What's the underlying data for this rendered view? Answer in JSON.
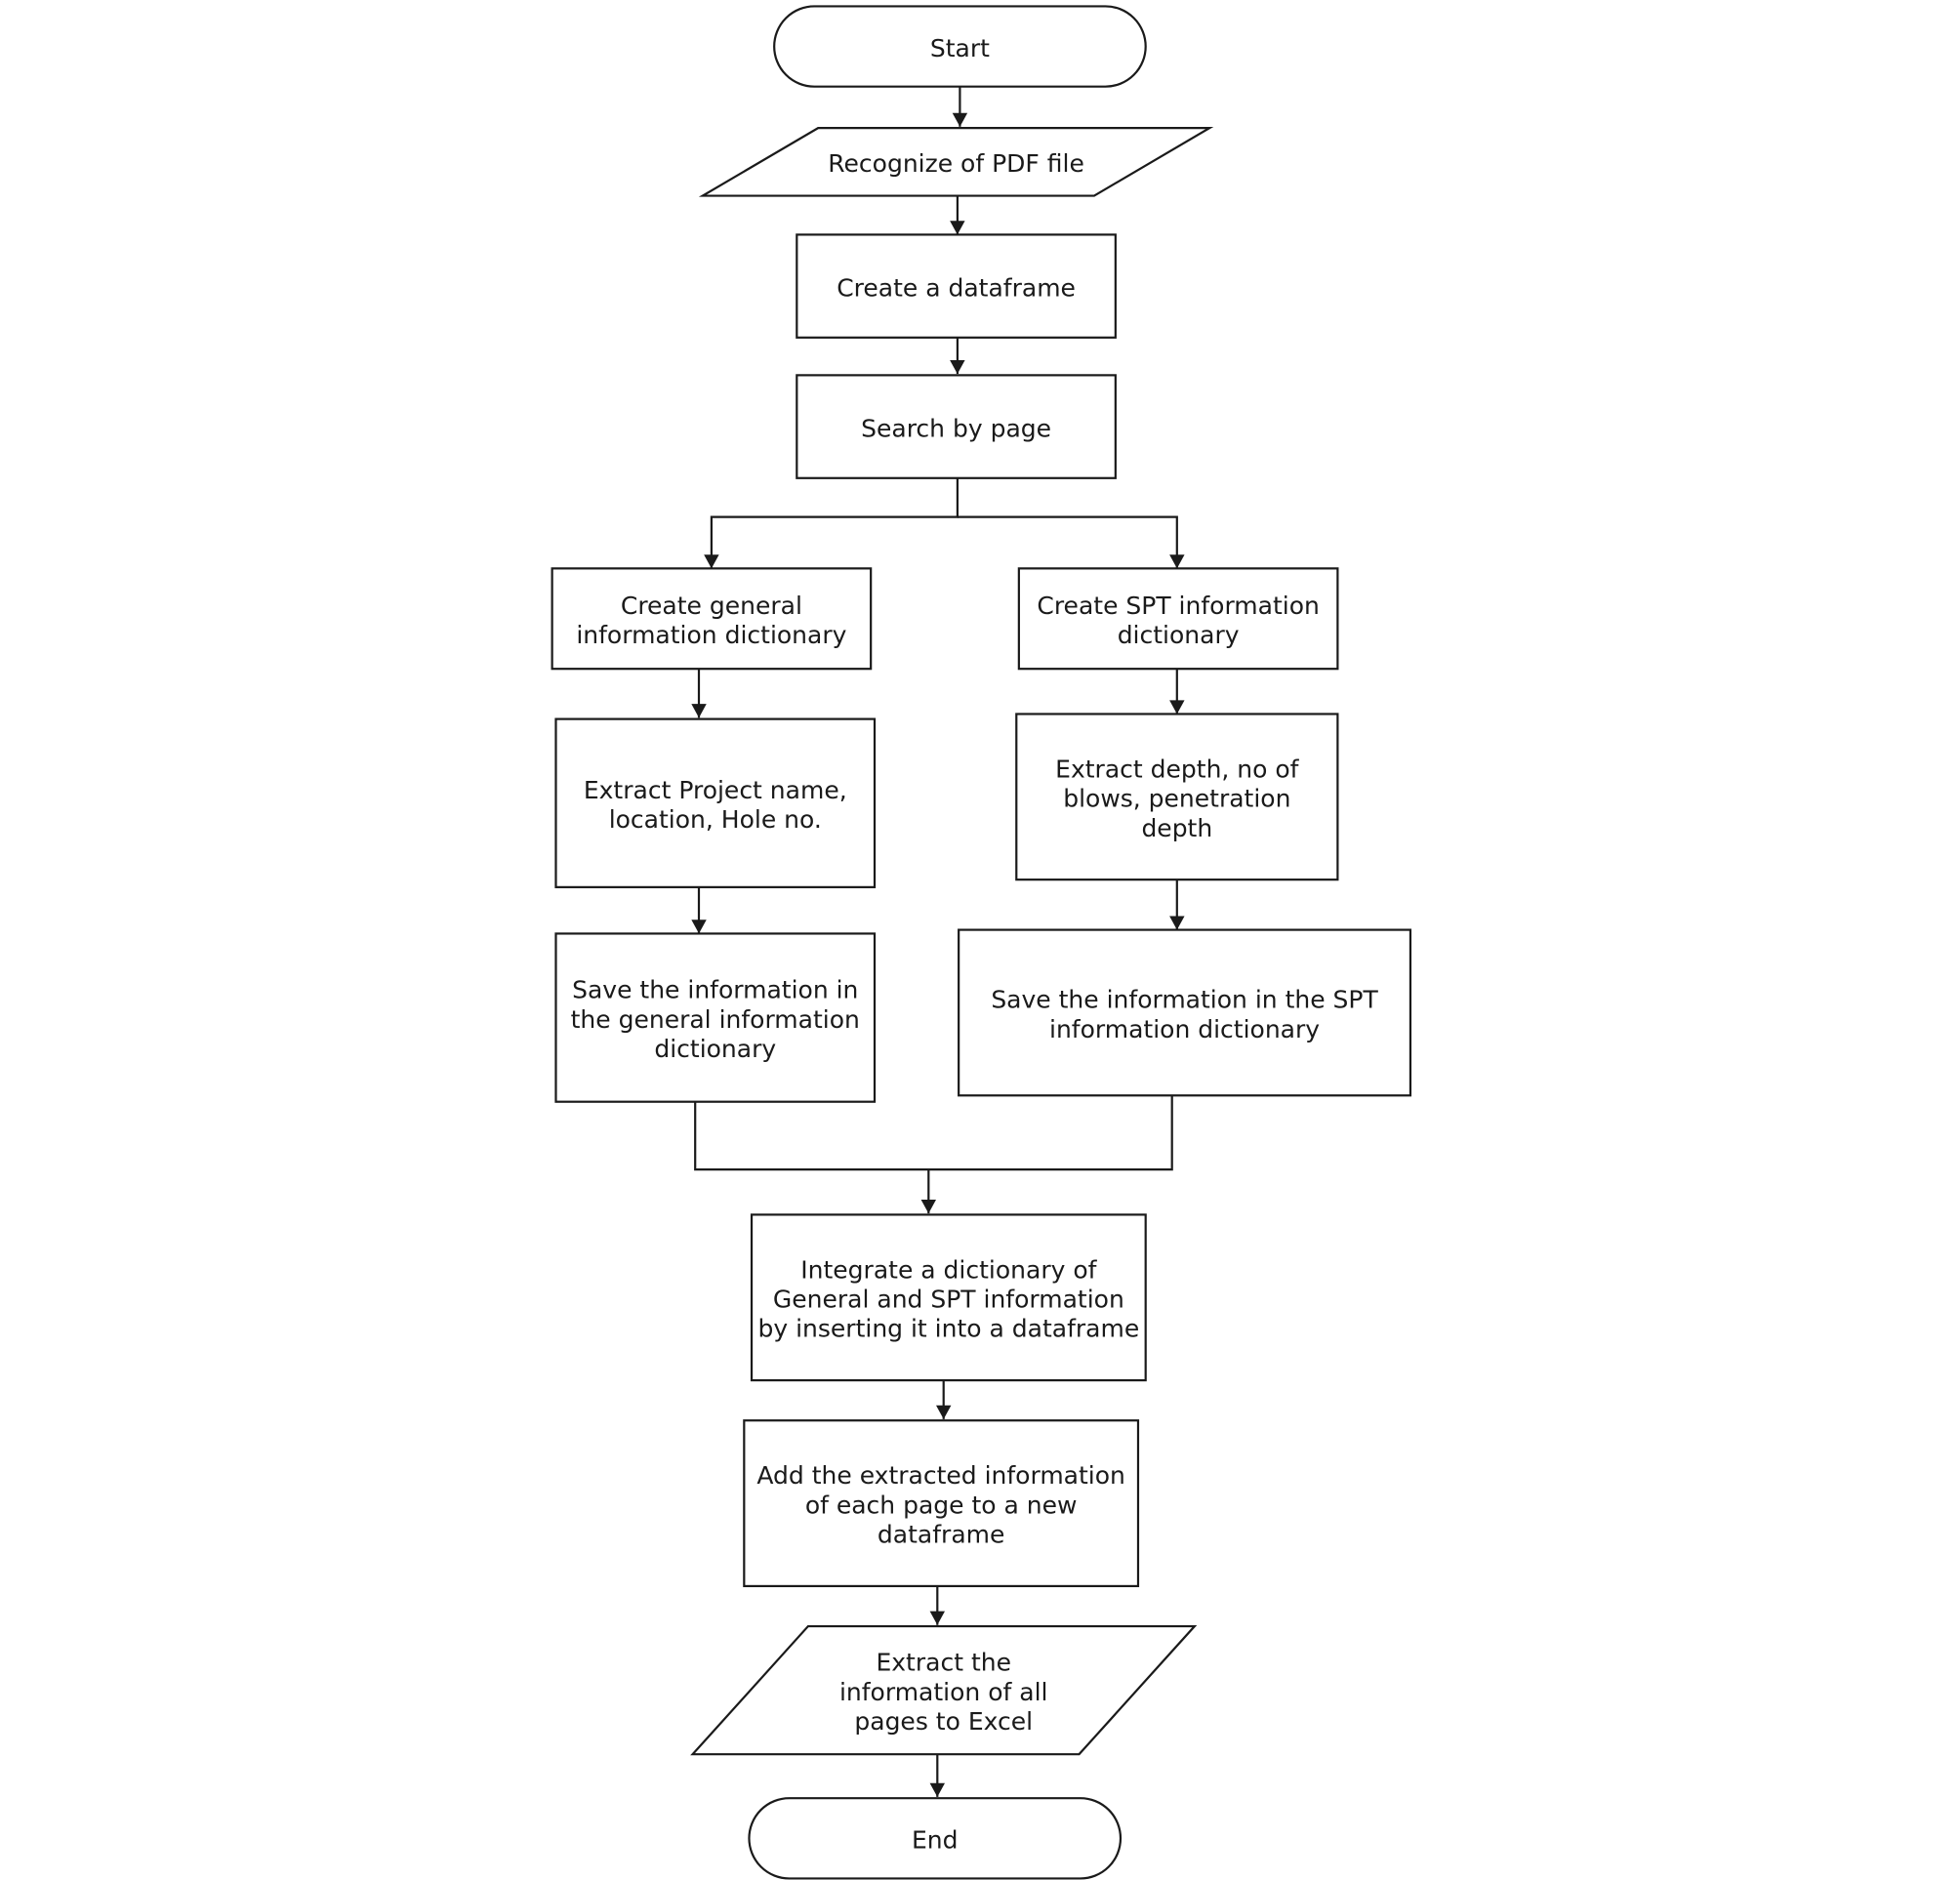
{
  "nodes": [
    {
      "id": "start",
      "type": "terminal",
      "lines": [
        "Start"
      ]
    },
    {
      "id": "recognize",
      "type": "io",
      "lines": [
        "Recognize of PDF file"
      ]
    },
    {
      "id": "create_df",
      "type": "process",
      "lines": [
        "Create  a  dataframe"
      ]
    },
    {
      "id": "search",
      "type": "process",
      "lines": [
        "Search by page"
      ]
    },
    {
      "id": "gen_dict",
      "type": "process",
      "lines": [
        "Create  general",
        "information dictionary"
      ]
    },
    {
      "id": "spt_dict",
      "type": "process",
      "lines": [
        "Create SPT information",
        "dictionary"
      ]
    },
    {
      "id": "extract_project",
      "type": "process",
      "lines": [
        "Extract Project name,",
        "location, Hole no."
      ]
    },
    {
      "id": "extract_depth",
      "type": "process",
      "lines": [
        "Extract depth,  no of",
        "blows, penetration",
        "depth"
      ]
    },
    {
      "id": "save_gen",
      "type": "process",
      "lines": [
        "Save the information in",
        "the general information",
        "dictionary"
      ]
    },
    {
      "id": "save_spt",
      "type": "process",
      "lines": [
        "Save the information in the SPT",
        "information dictionary"
      ]
    },
    {
      "id": "integrate",
      "type": "process",
      "lines": [
        "Integrate  a dictionary  of",
        "General  and SPT information",
        "by inserting  it into  a  dataframe"
      ]
    },
    {
      "id": "add_extracted",
      "type": "process",
      "lines": [
        "Add the extracted information",
        "of each page to a new",
        "dataframe"
      ]
    },
    {
      "id": "export_excel",
      "type": "io",
      "lines": [
        "Extract the",
        "information of all",
        "pages to Excel"
      ]
    },
    {
      "id": "end",
      "type": "terminal",
      "lines": [
        "End"
      ]
    }
  ],
  "edges": [
    {
      "from": "start",
      "to": "recognize"
    },
    {
      "from": "recognize",
      "to": "create_df"
    },
    {
      "from": "create_df",
      "to": "search"
    },
    {
      "from": "search",
      "to": "gen_dict"
    },
    {
      "from": "search",
      "to": "spt_dict"
    },
    {
      "from": "gen_dict",
      "to": "extract_project"
    },
    {
      "from": "extract_project",
      "to": "save_gen"
    },
    {
      "from": "spt_dict",
      "to": "extract_depth"
    },
    {
      "from": "extract_depth",
      "to": "save_spt"
    },
    {
      "from": "save_gen",
      "to": "integrate"
    },
    {
      "from": "save_spt",
      "to": "integrate"
    },
    {
      "from": "integrate",
      "to": "add_extracted"
    },
    {
      "from": "add_extracted",
      "to": "export_excel"
    },
    {
      "from": "export_excel",
      "to": "end"
    }
  ]
}
